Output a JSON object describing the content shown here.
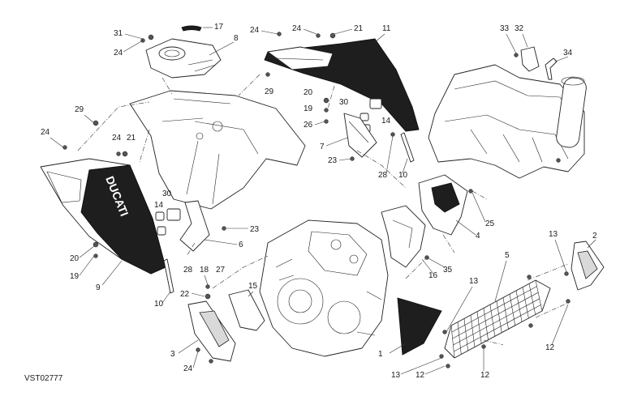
{
  "diagram": {
    "reference_code": "VST02777",
    "parts": [
      {
        "id": "p1",
        "label": "1"
      },
      {
        "id": "p2",
        "label": "2"
      },
      {
        "id": "p3",
        "label": "3"
      },
      {
        "id": "p4",
        "label": "4"
      },
      {
        "id": "p5",
        "label": "5"
      },
      {
        "id": "p6",
        "label": "6"
      },
      {
        "id": "p7",
        "label": "7"
      },
      {
        "id": "p8",
        "label": "8"
      },
      {
        "id": "p9",
        "label": "9"
      },
      {
        "id": "p10a",
        "label": "10"
      },
      {
        "id": "p10b",
        "label": "10"
      },
      {
        "id": "p11",
        "label": "11"
      },
      {
        "id": "p12a",
        "label": "12"
      },
      {
        "id": "p12b",
        "label": "12"
      },
      {
        "id": "p12c",
        "label": "12"
      },
      {
        "id": "p13a",
        "label": "13"
      },
      {
        "id": "p13b",
        "label": "13"
      },
      {
        "id": "p13c",
        "label": "13"
      },
      {
        "id": "p14a",
        "label": "14"
      },
      {
        "id": "p14b",
        "label": "14"
      },
      {
        "id": "p15",
        "label": "15"
      },
      {
        "id": "p16",
        "label": "16"
      },
      {
        "id": "p17",
        "label": "17"
      },
      {
        "id": "p18",
        "label": "18"
      },
      {
        "id": "p19a",
        "label": "19"
      },
      {
        "id": "p19b",
        "label": "19"
      },
      {
        "id": "p20a",
        "label": "20"
      },
      {
        "id": "p20b",
        "label": "20"
      },
      {
        "id": "p21a",
        "label": "21"
      },
      {
        "id": "p21b",
        "label": "21"
      },
      {
        "id": "p22",
        "label": "22"
      },
      {
        "id": "p23a",
        "label": "23"
      },
      {
        "id": "p23b",
        "label": "23"
      },
      {
        "id": "p24a",
        "label": "24"
      },
      {
        "id": "p24b",
        "label": "24"
      },
      {
        "id": "p24c",
        "label": "24"
      },
      {
        "id": "p24d",
        "label": "24"
      },
      {
        "id": "p24e",
        "label": "24"
      },
      {
        "id": "p24f",
        "label": "24"
      },
      {
        "id": "p25",
        "label": "25"
      },
      {
        "id": "p26",
        "label": "26"
      },
      {
        "id": "p27",
        "label": "27"
      },
      {
        "id": "p28a",
        "label": "28"
      },
      {
        "id": "p28b",
        "label": "28"
      },
      {
        "id": "p29a",
        "label": "29"
      },
      {
        "id": "p29b",
        "label": "29"
      },
      {
        "id": "p30a",
        "label": "30"
      },
      {
        "id": "p30b",
        "label": "30"
      },
      {
        "id": "p31",
        "label": "31"
      },
      {
        "id": "p32",
        "label": "32"
      },
      {
        "id": "p33",
        "label": "33"
      },
      {
        "id": "p34",
        "label": "34"
      },
      {
        "id": "p35",
        "label": "35"
      }
    ],
    "brand_logo_text": "DUCATI",
    "colors": {
      "ink": "#1e1e1e",
      "paper": "#ffffff",
      "fill_grey": "#d9d9d9"
    }
  }
}
